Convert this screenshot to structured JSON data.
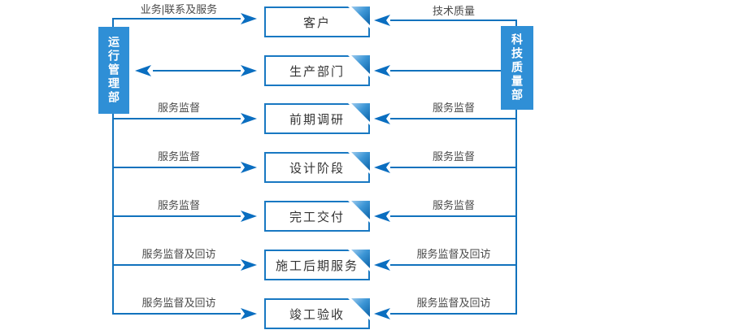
{
  "diagram": {
    "departments": {
      "left": "运行管理部",
      "right": "科技质量部"
    },
    "stages": [
      "客户",
      "生产部门",
      "前期调研",
      "设计阶段",
      "完工交付",
      "施工后期服务",
      "竣工验收"
    ],
    "flows": {
      "left": [
        {
          "to": "客户",
          "label": "业务|联系及服务",
          "direction": "to-stage"
        },
        {
          "to": "生产部门",
          "label": "",
          "direction": "bidirectional"
        },
        {
          "to": "前期调研",
          "label": "服务监督",
          "direction": "to-stage"
        },
        {
          "to": "设计阶段",
          "label": "服务监督",
          "direction": "to-stage"
        },
        {
          "to": "完工交付",
          "label": "服务监督",
          "direction": "to-stage"
        },
        {
          "to": "施工后期服务",
          "label": "服务监督及回访",
          "direction": "to-stage"
        },
        {
          "to": "竣工验收",
          "label": "服务监督及回访",
          "direction": "to-stage"
        }
      ],
      "right": [
        {
          "to": "客户",
          "label": "技术质量",
          "direction": "to-stage"
        },
        {
          "to": "生产部门",
          "label": "",
          "direction": "to-stage"
        },
        {
          "to": "前期调研",
          "label": "服务监督",
          "direction": "to-stage"
        },
        {
          "to": "设计阶段",
          "label": "服务监督",
          "direction": "to-stage"
        },
        {
          "to": "完工交付",
          "label": "服务监督",
          "direction": "to-stage"
        },
        {
          "to": "施工后期服务",
          "label": "服务监督及回访",
          "direction": "to-stage"
        },
        {
          "to": "竣工验收",
          "label": "服务监督及回访",
          "direction": "to-stage"
        }
      ]
    },
    "colors": {
      "line": "#1172bd",
      "arrow": "#0a6ec0",
      "department_bar": "#2f8fd6",
      "box_border": "#1878c2",
      "fold_light": "#9ccaee",
      "fold_dark": "#0b62a8",
      "label_text": "#4a4a4a",
      "box_text": "#333333"
    }
  }
}
